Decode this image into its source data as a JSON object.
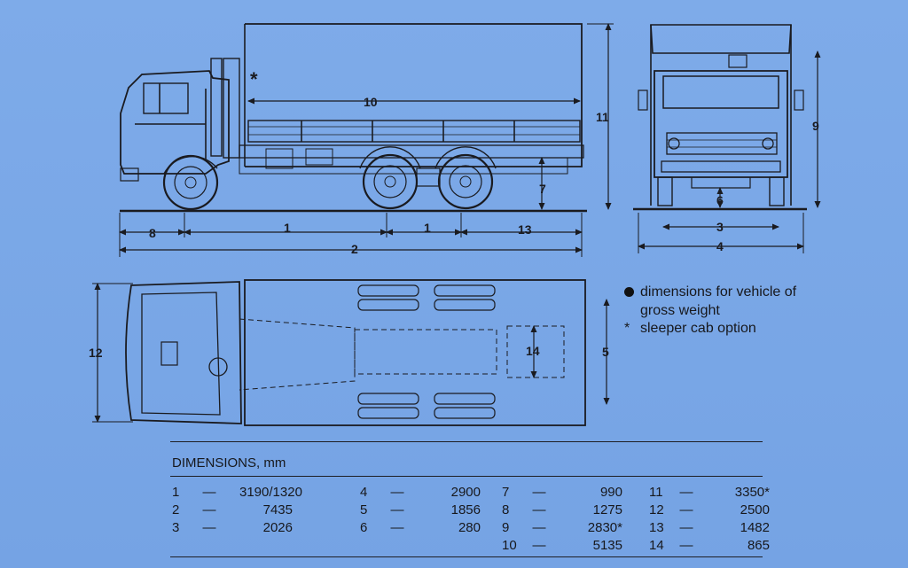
{
  "diagram": {
    "side_view_labels": [
      "10",
      "11",
      "7",
      "8",
      "1",
      "1",
      "13",
      "2"
    ],
    "front_view_labels": [
      "9",
      "6",
      "3",
      "4"
    ],
    "top_view_labels": [
      "12",
      "14",
      "5"
    ],
    "sleeper_mark": "*"
  },
  "legend": {
    "line1": "dimensions for vehicle of",
    "line2": "gross weight",
    "star": "*",
    "line3": "sleeper cab option"
  },
  "table": {
    "title": "DIMENSIONS, mm",
    "dash": "—",
    "rows": [
      [
        "1",
        "3190/1320"
      ],
      [
        "2",
        "7435"
      ],
      [
        "3",
        "2026"
      ],
      [
        "4",
        "2900"
      ],
      [
        "5",
        "1856"
      ],
      [
        "6",
        "280"
      ],
      [
        "7",
        "990"
      ],
      [
        "8",
        "1275"
      ],
      [
        "9",
        "2830*"
      ],
      [
        "10",
        "5135"
      ],
      [
        "11",
        "3350*"
      ],
      [
        "12",
        "2500"
      ],
      [
        "13",
        "1482"
      ],
      [
        "14",
        "865"
      ]
    ]
  }
}
